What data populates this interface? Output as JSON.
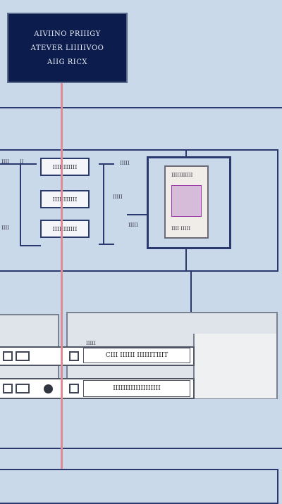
{
  "title_box": {
    "lines": [
      "AIVIINO PRIIIGY",
      "ATEVER LIIIIIVOO",
      "AIIG RICX"
    ]
  },
  "mid_panel": {
    "boxes": [
      "IIIIIIIIIII",
      "IIIIIIIIIII",
      "IIIIIIIIIII"
    ],
    "left_ticks": [
      "IIII",
      "II",
      "IIII"
    ],
    "right_ticks": [
      "IIIII",
      "IIIII",
      "IIIII"
    ],
    "photo_caption_top": "IIIIIIIIIII",
    "photo_caption_bottom": "IIII IIIII"
  },
  "lower_panel": {
    "row1_label": "CIII IIIIII IIIIIITIIIT",
    "row2_label": "IIIIIIIIIIIIIIIIIII",
    "small_label": "IIIII"
  },
  "colors": {
    "background": "#c9d9ea",
    "navy": "#0c1c4c",
    "line": "#2b3a6e",
    "red_line": "#e08a95"
  }
}
